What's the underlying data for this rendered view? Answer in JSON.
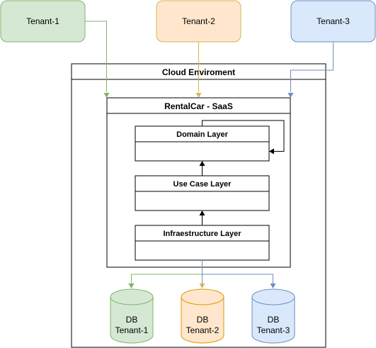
{
  "tenants": [
    {
      "label": "Tenant-1",
      "fill": "#d5e8d4",
      "stroke": "#82b366"
    },
    {
      "label": "Tenant-2",
      "fill": "#ffe6cc",
      "stroke": "#d6b656"
    },
    {
      "label": "Tenant-3",
      "fill": "#dae8fc",
      "stroke": "#6c8ebf"
    }
  ],
  "cloud": {
    "title": "Cloud Enviroment"
  },
  "app": {
    "title": "RentalCar - SaaS"
  },
  "layers": [
    {
      "title": "Domain Layer"
    },
    {
      "title": "Use Case Layer"
    },
    {
      "title": "Infraestructure Layer"
    }
  ],
  "databases": [
    {
      "line1": "DB",
      "line2": "Tenant-1",
      "fill": "#d5e8d4",
      "stroke": "#82b366"
    },
    {
      "line1": "DB",
      "line2": "Tenant-2",
      "fill": "#ffe6cc",
      "stroke": "#d79b00"
    },
    {
      "line1": "DB",
      "line2": "Tenant-3",
      "fill": "#dae8fc",
      "stroke": "#6c8ebf"
    }
  ]
}
